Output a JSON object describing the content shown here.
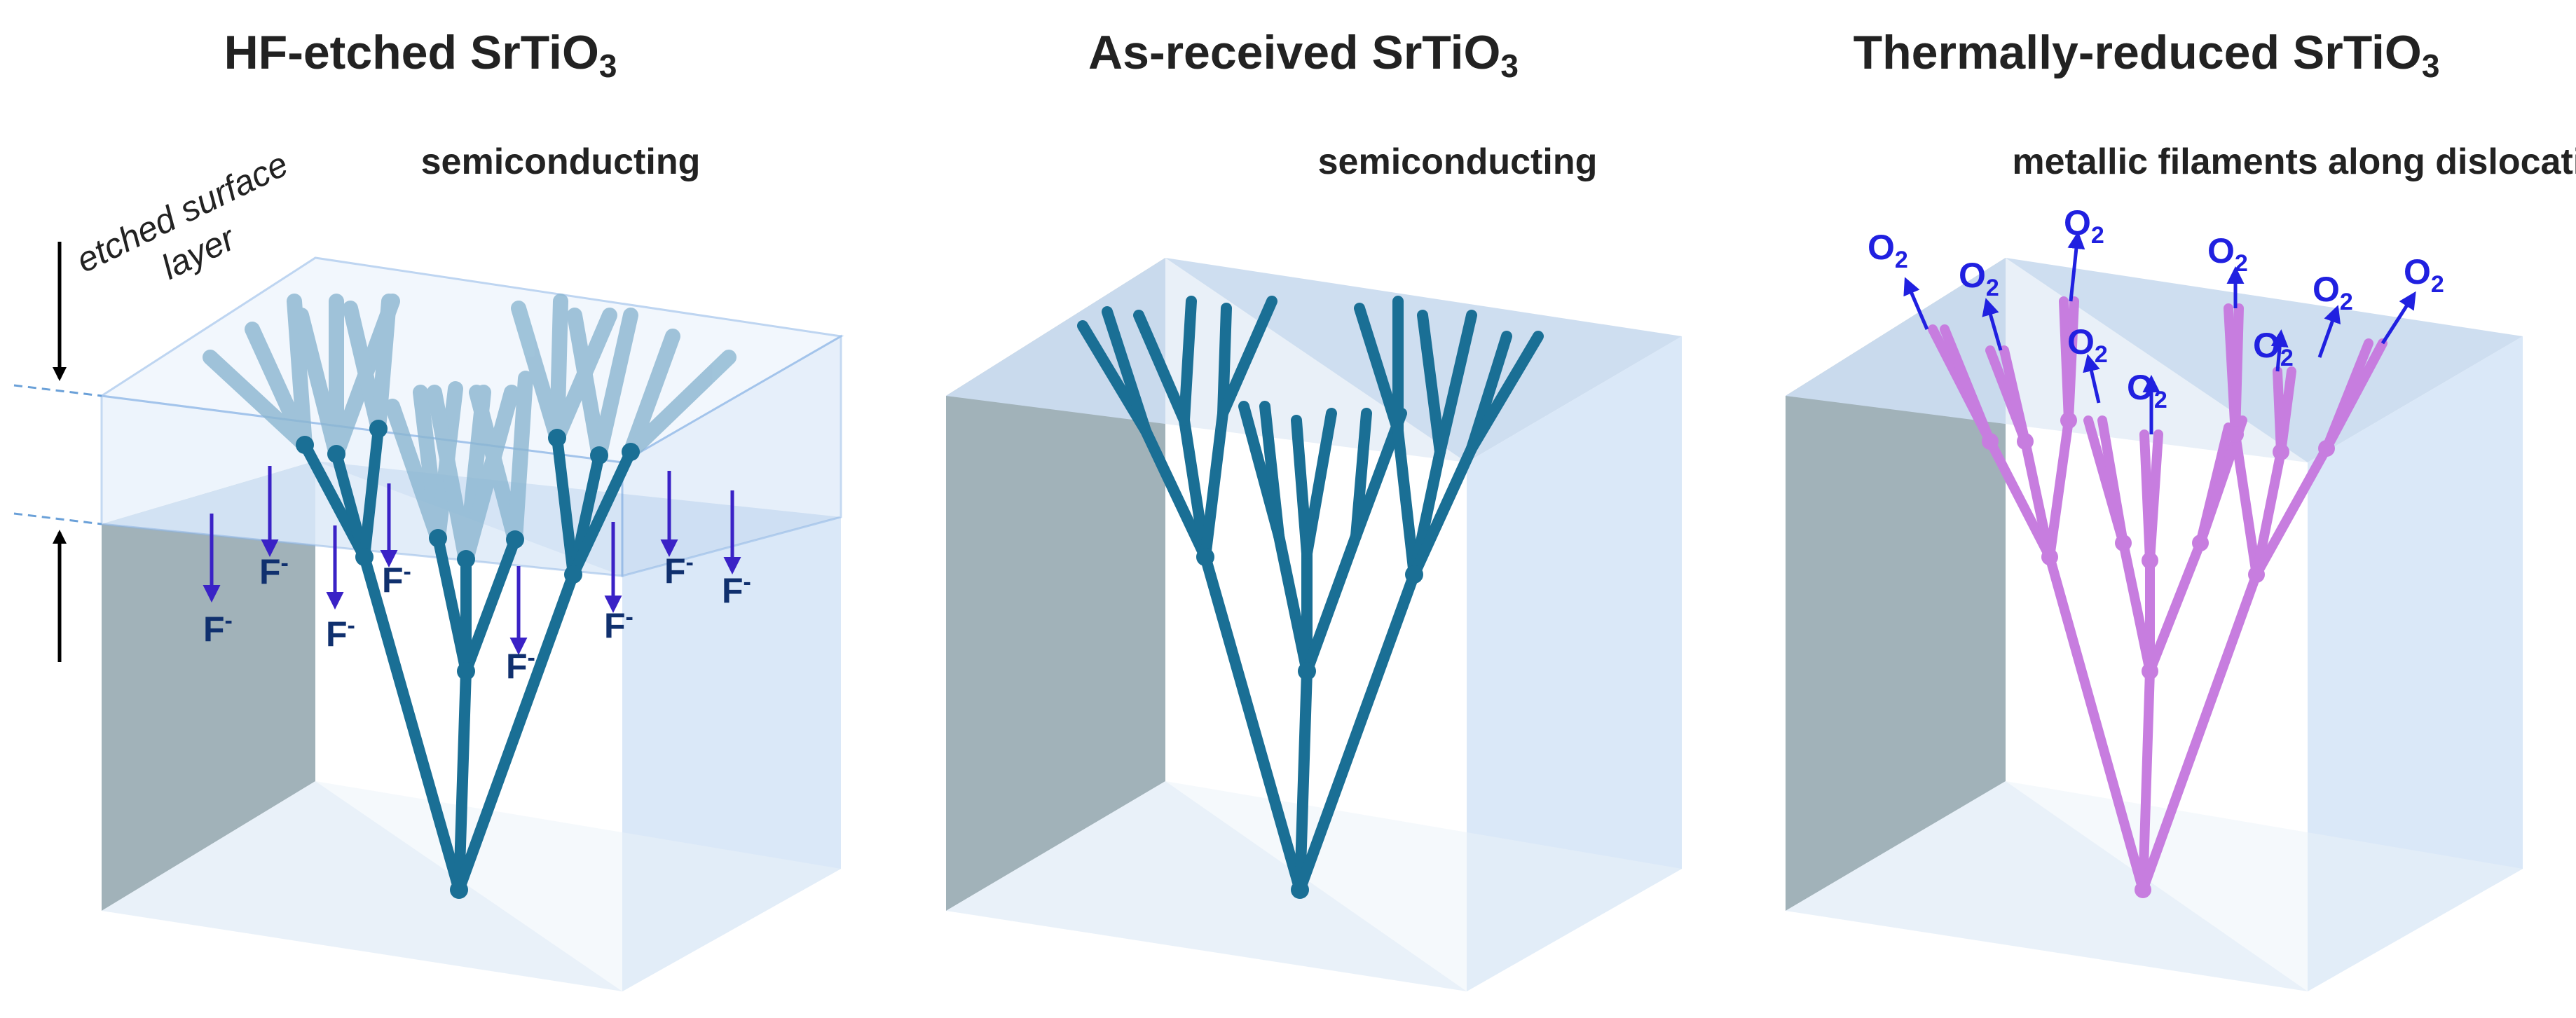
{
  "panels": [
    {
      "title_prefix": "HF-etched SrTiO",
      "title_subscript": "3",
      "label": "semiconducting"
    },
    {
      "title_prefix": "As-received SrTiO",
      "title_subscript": "3",
      "label": "semiconducting"
    },
    {
      "title_prefix": "Thermally-reduced SrTiO",
      "title_subscript": "3",
      "label": "metallic filaments along dislocations"
    }
  ],
  "annotation": {
    "line1": "etched surface",
    "line2": "layer"
  },
  "ions": {
    "symbol": "F",
    "charge": "-",
    "molecule": "O",
    "molecule_subscript": "2"
  },
  "colors": {
    "dislocation_blue": "#1a6f95",
    "dislocation_blue_light": "#8bb6d1",
    "filament_pink": "#c77ddf",
    "crystal_face": "#d8e7f8",
    "crystal_dark_face": "#97aab1",
    "arrow_purple": "#3a22c6",
    "o2_blue": "#2020e0"
  }
}
